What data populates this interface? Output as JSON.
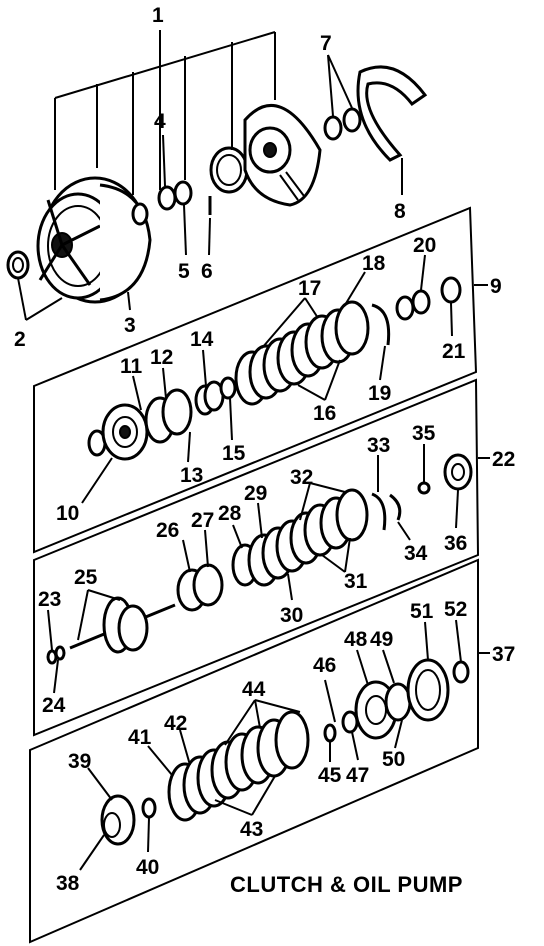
{
  "title": "CLUTCH & OIL PUMP",
  "labels": [
    "1",
    "2",
    "3",
    "4",
    "5",
    "6",
    "7",
    "8",
    "9",
    "10",
    "11",
    "12",
    "13",
    "14",
    "15",
    "16",
    "17",
    "18",
    "19",
    "20",
    "21",
    "22",
    "23",
    "24",
    "25",
    "26",
    "27",
    "28",
    "29",
    "30",
    "31",
    "32",
    "33",
    "34",
    "35",
    "36",
    "37",
    "38",
    "39",
    "40",
    "41",
    "42",
    "43",
    "44",
    "45",
    "46",
    "47",
    "48",
    "49",
    "50",
    "51",
    "52"
  ]
}
